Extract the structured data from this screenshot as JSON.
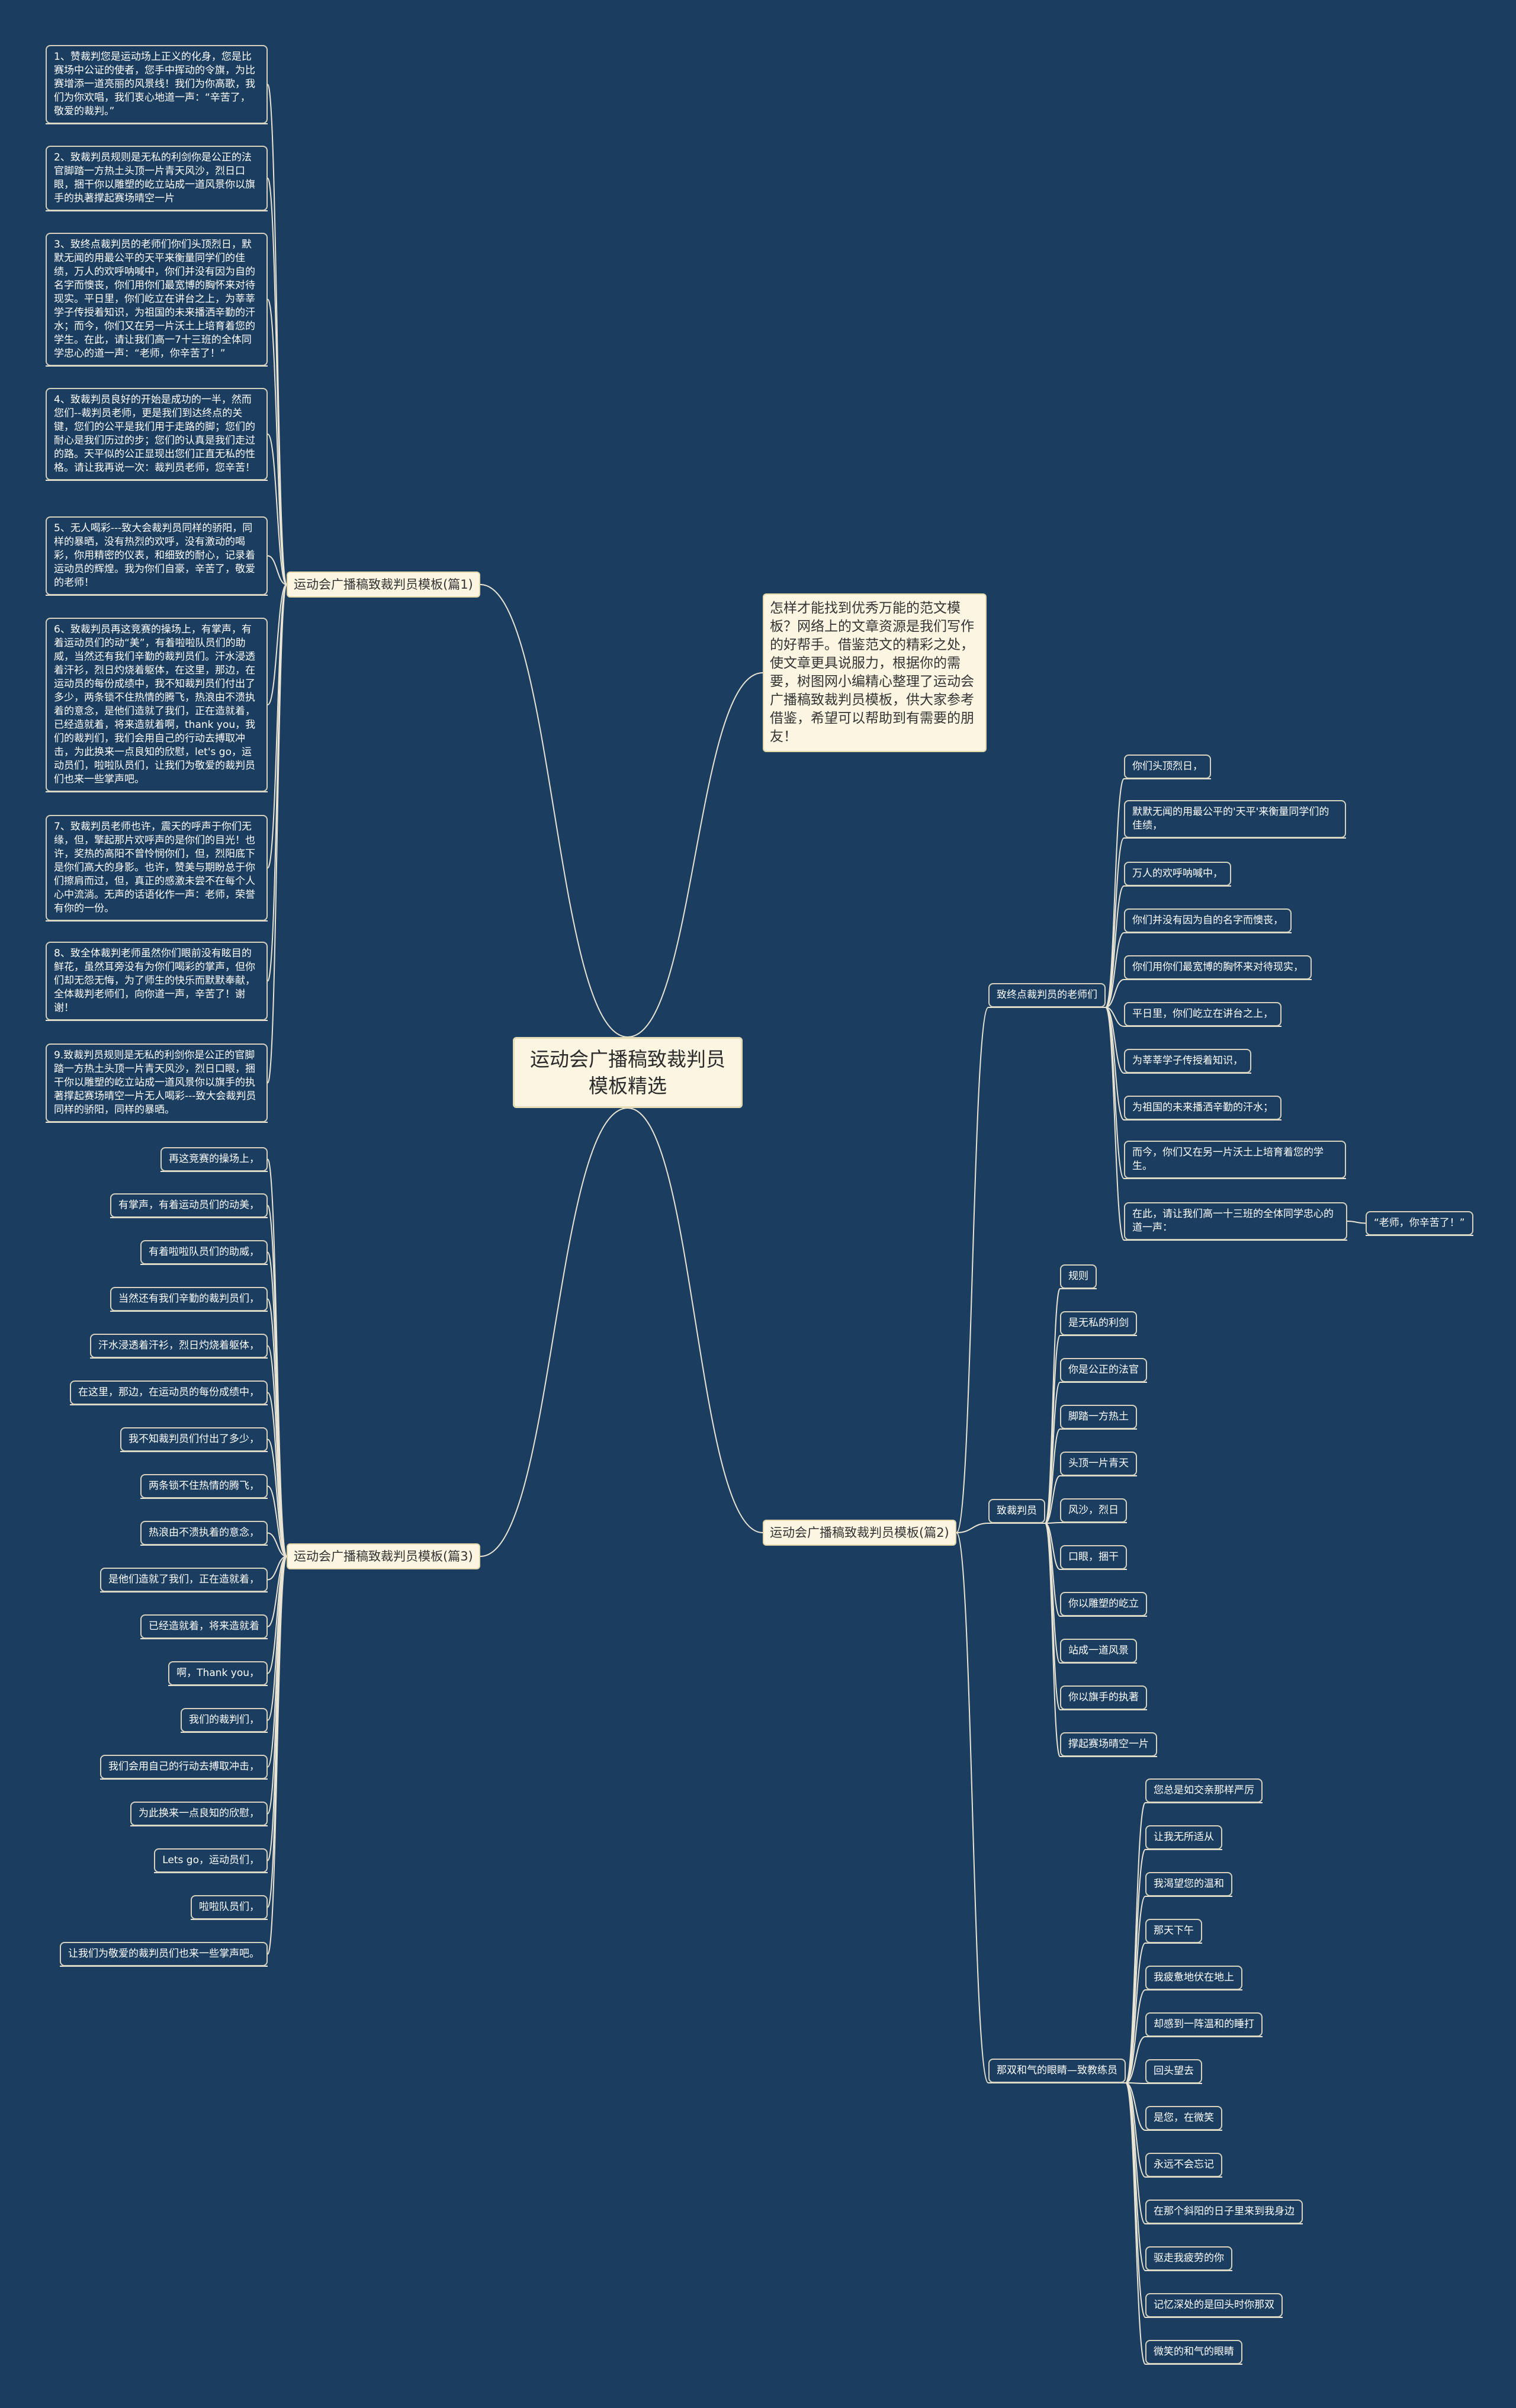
{
  "root": {
    "title": "运动会广播稿致裁判员模板精选"
  },
  "intro": "怎样才能找到优秀万能的范文模板？网络上的文章资源是我们写作的好帮手。借鉴范文的精彩之处，使文章更具说服力，根据你的需要，树图网小编精心整理了运动会广播稿致裁判员模板，供大家参考借鉴，希望可以帮助到有需要的朋友！",
  "branch1": {
    "label": "运动会广播稿致裁判员模板(篇1)",
    "items": [
      "1、赞裁判您是运动场上正义的化身，您是比赛场中公证的使者，您手中挥动的令旗，为比赛增添一道亮丽的风景线！我们为你高歌，我们为你欢唱，我们衷心地道一声：“辛苦了，敬爱的裁判。”",
      "2、致裁判员规则是无私的利剑你是公正的法官脚踏一方热土头顶一片青天风沙，烈日口眼，捆干你以雕塑的屹立站成一道风景你以旗手的执著撑起赛场晴空一片",
      "3、致终点裁判员的老师们你们头顶烈日，默默无闻的用最公平的天平来衡量同学们的佳绩，万人的欢呼呐喊中，你们并没有因为自的名字而懊丧，你们用你们最宽博的胸怀来对待现实。平日里，你们屹立在讲台之上，为莘莘学子传授着知识，为祖国的未来播洒辛勤的汗水；而今，你们又在另一片沃土上培育着您的学生。在此，请让我们高一7十三班的全体同学忠心的道一声：“老师，你辛苦了！”",
      "4、致裁判员良好的开始是成功的一半，然而您们--裁判员老师，更是我们到达终点的关键，您们的公平是我们用于走路的脚；您们的耐心是我们历过的步；您们的认真是我们走过的路。天平似的公正显现出您们正直无私的性格。请让我再说一次：裁判员老师，您辛苦！",
      "5、无人喝彩---致大会裁判员同样的骄阳，同样的暴晒，没有热烈的欢呼，没有激动的喝彩，你用精密的仪表，和细致的耐心，记录着运动员的辉煌。我为你们自豪，辛苦了，敬爱的老师！",
      "6、致裁判员再这竞赛的操场上，有掌声，有着运动员们的动“美”，有着啦啦队员们的助威，当然还有我们辛勤的裁判员们。汗水浸透着汗衫，烈日灼烧着躯体，在这里，那边，在运动员的每份成绩中，我不知裁判员们付出了多少，两条锁不住热情的腾飞，热浪由不溃执着的意念，是他们造就了我们，正在造就着，已经造就着，将来造就着啊，thank you，我们的裁判们，我们会用自己的行动去搏取冲击，为此换来一点良知的欣慰，let's go，运动员们，啦啦队员们，让我们为敬爱的裁判员们也来一些掌声吧。",
      "7、致裁判员老师也许，震天的呼声于你们无缘，但，擎起那片欢呼声的是你们的目光！也许，奖热的高阳不曾怜悯你们，但，烈阳底下是你们高大的身影。也许，赞美与期盼总于你们擦肩而过，但，真正的感激未尝不在每个人心中流淌。无声的话语化作一声：老师，荣誉有你的一份。",
      "8、致全体裁判老师虽然你们眼前没有眩目的鲜花，虽然耳旁没有为你们喝彩的掌声，但你们却无怨无悔，为了师生的快乐而默默奉献，全体裁判老师们，向你道一声，辛苦了！谢谢！",
      "9.致裁判员规则是无私的利剑你是公正的官脚踏一方热土头顶一片青天风沙，烈日口眼，捆干你以雕塑的屹立站成一道风景你以旗手的执著撑起赛场晴空一片无人喝彩---致大会裁判员同样的骄阳，同样的暴晒。"
    ]
  },
  "branch3": {
    "label": "运动会广播稿致裁判员模板(篇3)",
    "items": [
      "再这竞赛的操场上，",
      "有掌声，有着运动员们的动美，",
      "有着啦啦队员们的助威，",
      "当然还有我们辛勤的裁判员们，",
      "汗水浸透着汗衫，烈日灼烧着躯体，",
      "在这里，那边，在运动员的每份成绩中，",
      "我不知裁判员们付出了多少，",
      "两条锁不住热情的腾飞，",
      "热浪由不溃执着的意念，",
      "是他们造就了我们，正在造就着，",
      "已经造就着，将来造就着",
      "啊，Thank you，",
      "我们的裁判们，",
      "我们会用自己的行动去搏取冲击，",
      "为此换来一点良知的欣慰，",
      "Lets go，运动员们，",
      "啦啦队员们，",
      "让我们为敬爱的裁判员们也来一些掌声吧。"
    ]
  },
  "branch2": {
    "label": "运动会广播稿致裁判员模板(篇2)",
    "sub1": {
      "label": "致终点裁判员的老师们",
      "items": [
        "你们头顶烈日，",
        "默默无闻的用最公平的'天平'来衡量同学们的佳绩，",
        "万人的欢呼呐喊中，",
        "你们并没有因为自的名字而懊丧，",
        "你们用你们最宽博的胸怀来对待现实，",
        "平日里，你们屹立在讲台之上，",
        "为莘莘学子传授着知识，",
        "为祖国的未来播洒辛勤的汗水；",
        "而今，你们又在另一片沃土上培育着您的学生。",
        "在此，请让我们高一十三班的全体同学忠心的道一声："
      ],
      "tail": "“老师，你辛苦了！”"
    },
    "sub2": {
      "label": "致裁判员",
      "items": [
        "规则",
        "是无私的利剑",
        "你是公正的法官",
        "脚踏一方热土",
        "头顶一片青天",
        "风沙，烈日",
        "口眼，捆干",
        "你以雕塑的屹立",
        "站成一道风景",
        "你以旗手的执著",
        "撑起赛场晴空一片"
      ]
    },
    "sub3": {
      "label": "那双和气的眼睛—致教练员",
      "items": [
        "您总是如交亲那样严厉",
        "让我无所适从",
        "我渴望您的温和",
        "那天下午",
        "我疲惫地伏在地上",
        "却感到一阵温和的睡打",
        "回头望去",
        "是您，在微笑",
        "永远不会忘记",
        "在那个斜阳的日子里来到我身边",
        "驱走我疲劳的你",
        "记忆深处的是回头时你那双",
        "微笑的和气的眼睛"
      ]
    }
  }
}
